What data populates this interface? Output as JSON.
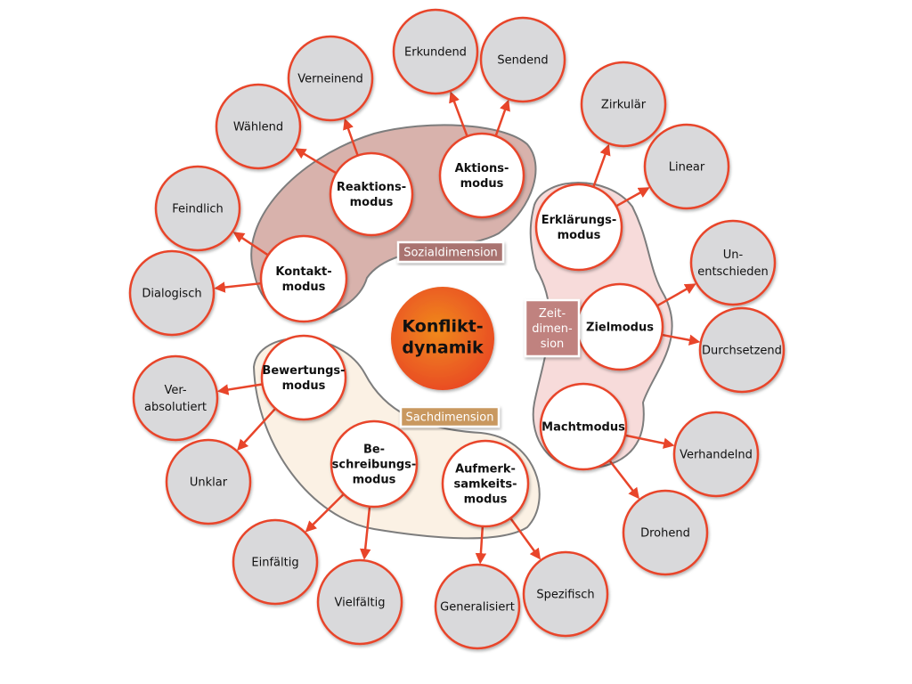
{
  "center": {
    "lines": [
      "Konflikt-",
      "dynamik"
    ]
  },
  "dimensions": [
    {
      "id": "sozial",
      "lines": [
        "Sozialdimension"
      ],
      "color": "#a9736f",
      "blob": "#d6aea8"
    },
    {
      "id": "zeit",
      "lines": [
        "Zeit-",
        "dimen-",
        "sion"
      ],
      "color": "#c0827f",
      "blob": "#f7d9d8"
    },
    {
      "id": "sach",
      "lines": [
        "Sachdimension"
      ],
      "color": "#c9985f",
      "blob": "#fbf0e3"
    }
  ],
  "inner_nodes": [
    {
      "id": "kontakt",
      "lines": [
        "Kontakt-",
        "modus"
      ]
    },
    {
      "id": "reaktion",
      "lines": [
        "Reaktions-",
        "modus"
      ]
    },
    {
      "id": "aktion",
      "lines": [
        "Aktions-",
        "modus"
      ]
    },
    {
      "id": "erklaerung",
      "lines": [
        "Erklärungs-",
        "modus"
      ]
    },
    {
      "id": "ziel",
      "lines": [
        "Zielmodus"
      ]
    },
    {
      "id": "macht",
      "lines": [
        "Machtmodus"
      ]
    },
    {
      "id": "bewertung",
      "lines": [
        "Bewertungs-",
        "modus"
      ]
    },
    {
      "id": "beschreibung",
      "lines": [
        "Be-",
        "schreibungs-",
        "modus"
      ]
    },
    {
      "id": "aufmerksamkeit",
      "lines": [
        "Aufmerk-",
        "samkeits-",
        "modus"
      ]
    }
  ],
  "outer_nodes": [
    {
      "id": "erkundend",
      "parent": "aktion",
      "lines": [
        "Erkundend"
      ]
    },
    {
      "id": "sendend",
      "parent": "aktion",
      "lines": [
        "Sendend"
      ]
    },
    {
      "id": "verneinend",
      "parent": "reaktion",
      "lines": [
        "Verneinend"
      ]
    },
    {
      "id": "waehlend",
      "parent": "reaktion",
      "lines": [
        "Wählend"
      ]
    },
    {
      "id": "feindlich",
      "parent": "kontakt",
      "lines": [
        "Feindlich"
      ]
    },
    {
      "id": "dialogisch",
      "parent": "kontakt",
      "lines": [
        "Dialogisch"
      ]
    },
    {
      "id": "zirkulaer",
      "parent": "erklaerung",
      "lines": [
        "Zirkulär"
      ]
    },
    {
      "id": "linear",
      "parent": "erklaerung",
      "lines": [
        "Linear"
      ]
    },
    {
      "id": "unentschieden",
      "parent": "ziel",
      "lines": [
        "Un-",
        "entschieden"
      ]
    },
    {
      "id": "durchsetzend",
      "parent": "ziel",
      "lines": [
        "Durchsetzend"
      ]
    },
    {
      "id": "verhandelnd",
      "parent": "macht",
      "lines": [
        "Verhandelnd"
      ]
    },
    {
      "id": "drohend",
      "parent": "macht",
      "lines": [
        "Drohend"
      ]
    },
    {
      "id": "verabsolutiert",
      "parent": "bewertung",
      "lines": [
        "Ver-",
        "absolutiert"
      ]
    },
    {
      "id": "unklar",
      "parent": "bewertung",
      "lines": [
        "Unklar"
      ]
    },
    {
      "id": "einfaeltig",
      "parent": "beschreibung",
      "lines": [
        "Einfältig"
      ]
    },
    {
      "id": "vielfaeltig",
      "parent": "beschreibung",
      "lines": [
        "Vielfältig"
      ]
    },
    {
      "id": "generalisiert",
      "parent": "aufmerksamkeit",
      "lines": [
        "Generalisiert"
      ]
    },
    {
      "id": "spezifisch",
      "parent": "aufmerksamkeit",
      "lines": [
        "Spezifisch"
      ]
    }
  ],
  "colors": {
    "accent": "#e8452a",
    "outer_fill": "#d9d9db",
    "center": "#ec5a22"
  }
}
